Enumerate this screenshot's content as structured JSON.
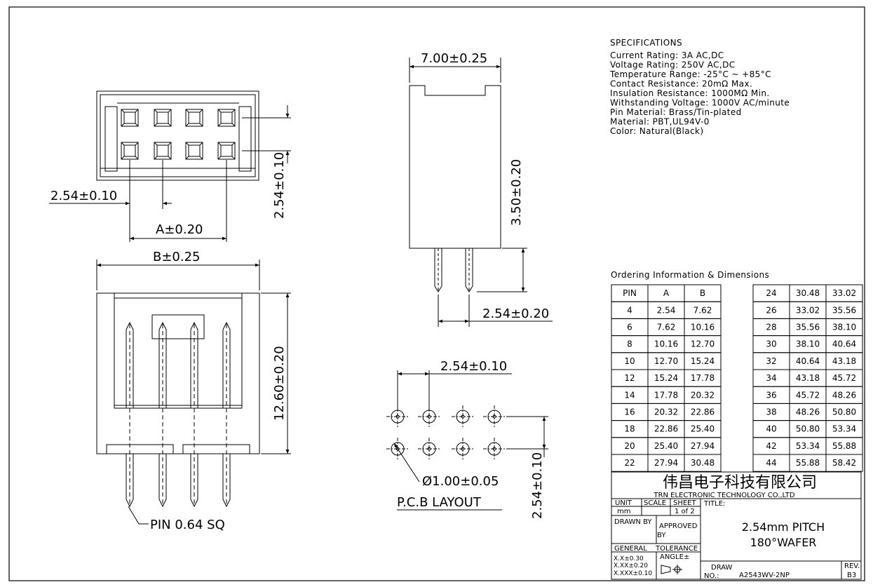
{
  "drawing": {
    "top_view": {
      "pitch_label": "2.54±0.10",
      "row_pitch_label": "2.54±0.10",
      "a_label": "A±0.20"
    },
    "front_view": {
      "b_label": "B±0.25",
      "height_label": "12.60±0.20",
      "pin_label": "PIN 0.64 SQ"
    },
    "side_view": {
      "width_label": "7.00±0.25",
      "height_label": "3.50±0.20",
      "pitch_label": "2.54±0.20"
    },
    "pcb_layout": {
      "pitch_label": "2.54±0.10",
      "row_pitch_label": "2.54±0.10",
      "hole_label": "Ø1.00±0.05",
      "title": "P.C.B LAYOUT"
    }
  },
  "specifications": {
    "title": "SPECIFICATIONS",
    "lines": [
      "Current Rating: 3A AC,DC",
      "Voltage Rating: 250V AC,DC",
      "Temperature Range: -25°C ~ +85°C",
      "Contact Resistance: 20mΩ Max.",
      "Insulation Resistance: 1000MΩ Min.",
      "Withstanding Voltage: 1000V AC/minute",
      "Pin Material: Brass/Tin-plated",
      "Material: PBT,UL94V-0",
      "Color: Natural(Black)"
    ]
  },
  "ordering": {
    "title": "Ordering Information & Dimensions",
    "headers": [
      "PIN",
      "A",
      "B"
    ],
    "left_rows": [
      [
        "4",
        "2.54",
        "7.62"
      ],
      [
        "6",
        "7.62",
        "10.16"
      ],
      [
        "8",
        "10.16",
        "12.70"
      ],
      [
        "10",
        "12.70",
        "15.24"
      ],
      [
        "12",
        "15.24",
        "17.78"
      ],
      [
        "14",
        "17.78",
        "20.32"
      ],
      [
        "16",
        "20.32",
        "22.86"
      ],
      [
        "18",
        "22.86",
        "25.40"
      ],
      [
        "20",
        "25.40",
        "27.94"
      ],
      [
        "22",
        "27.94",
        "30.48"
      ]
    ],
    "right_rows": [
      [
        "24",
        "30.48",
        "33.02"
      ],
      [
        "26",
        "33.02",
        "35.56"
      ],
      [
        "28",
        "35.56",
        "38.10"
      ],
      [
        "30",
        "38.10",
        "40.64"
      ],
      [
        "32",
        "40.64",
        "43.18"
      ],
      [
        "34",
        "43.18",
        "45.72"
      ],
      [
        "36",
        "45.72",
        "48.26"
      ],
      [
        "38",
        "48.26",
        "50.80"
      ],
      [
        "40",
        "50.80",
        "53.34"
      ],
      [
        "42",
        "53.34",
        "55.88"
      ],
      [
        "44",
        "55.88",
        "58.42"
      ]
    ]
  },
  "title_block": {
    "company_cn": "伟昌电子科技有限公司",
    "company_en": "TRN ELECTRONIC TECHNOLOGY CO.,LTD",
    "unit_label": "UNIT",
    "unit_value": "mm",
    "scale_label": "SCALE",
    "sheet_label": "SHEET",
    "sheet_value": "1 of 2",
    "title_label": "TITLE:",
    "title_line1": "2.54mm PITCH",
    "title_line2": "180°WAFER",
    "drawn_label": "DRAWN BY",
    "approved_label_1": "APPROVED",
    "approved_label_2": "BY",
    "general_label": "GENERAL",
    "tolerance_label": "TOLERANCE",
    "angle_label": "ANGLE±",
    "tol_1": "X.X±0.30",
    "tol_2": "X.XX±0.20",
    "tol_3": "X.XXX±0.10",
    "draw_label": "DRAW",
    "no_label": "NO.:",
    "draw_no": "A2543WV-2NP",
    "rev_label": "REV.",
    "rev_value": "B3"
  }
}
